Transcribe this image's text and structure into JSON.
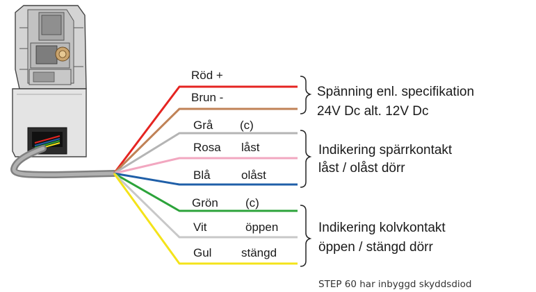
{
  "wires": [
    {
      "name": "Röd +",
      "name2": "",
      "color": "#e52421"
    },
    {
      "name": "Brun -",
      "name2": "",
      "color": "#c08256"
    },
    {
      "name": "Grå",
      "name2": "(c)",
      "color": "#b4b4b4"
    },
    {
      "name": "Rosa",
      "name2": "låst",
      "color": "#f2a7c0"
    },
    {
      "name": "Blå",
      "name2": "olåst",
      "color": "#1f5fa8"
    },
    {
      "name": "Grön",
      "name2": "(c)",
      "color": "#2ca33a"
    },
    {
      "name": "Vit",
      "name2": "öppen",
      "color": "#c8c8c8"
    },
    {
      "name": "Gul",
      "name2": "stängd",
      "color": "#f4e31a"
    }
  ],
  "groups": [
    {
      "line1": "Spänning  enl. specifikation",
      "line2": "24V Dc alt. 12V Dc"
    },
    {
      "line1": "Indikering spärrkontakt",
      "line2": "låst / olåst dörr"
    },
    {
      "line1": "Indikering kolvkontakt",
      "line2": "öppen / stängd dörr"
    }
  ],
  "footnote": "STEP 60 har inbyggd skyddsdiod",
  "colors": {
    "cable": "#9a9a9a",
    "device_body": "#d9d9d9",
    "device_edge": "#444444"
  }
}
